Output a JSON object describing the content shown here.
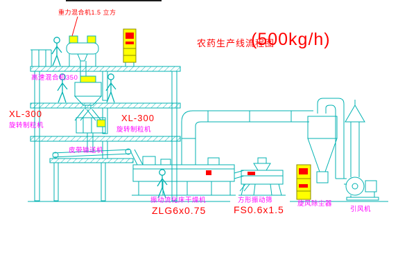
{
  "colors": {
    "line_cyan": "#00b2b2",
    "label_magenta": "#ff00ff",
    "text_red": "#ff0000",
    "highlight_yellow": "#ffff00",
    "background": "#ffffff"
  },
  "title": {
    "main": "农药生产线流程图",
    "capacity": "(500kg/h)"
  },
  "labels": {
    "gravity_mixer": "重力混合机1.5 立方",
    "high_speed_mixer": "高速混合机350",
    "granulator_left_model": "XL-300",
    "granulator_left_name": "旋转制粒机",
    "granulator_right_model": "XL-300",
    "granulator_right_name": "旋转制粒机",
    "belt_conveyor": "皮带输送机",
    "dryer_name": "振动流化床干燥机",
    "dryer_model": "ZLG6x0.75",
    "sieve_name": "方形振动筛",
    "sieve_model": "FS0.6x1.5",
    "cyclone": "旋风除尘器",
    "fan": "引风机"
  }
}
